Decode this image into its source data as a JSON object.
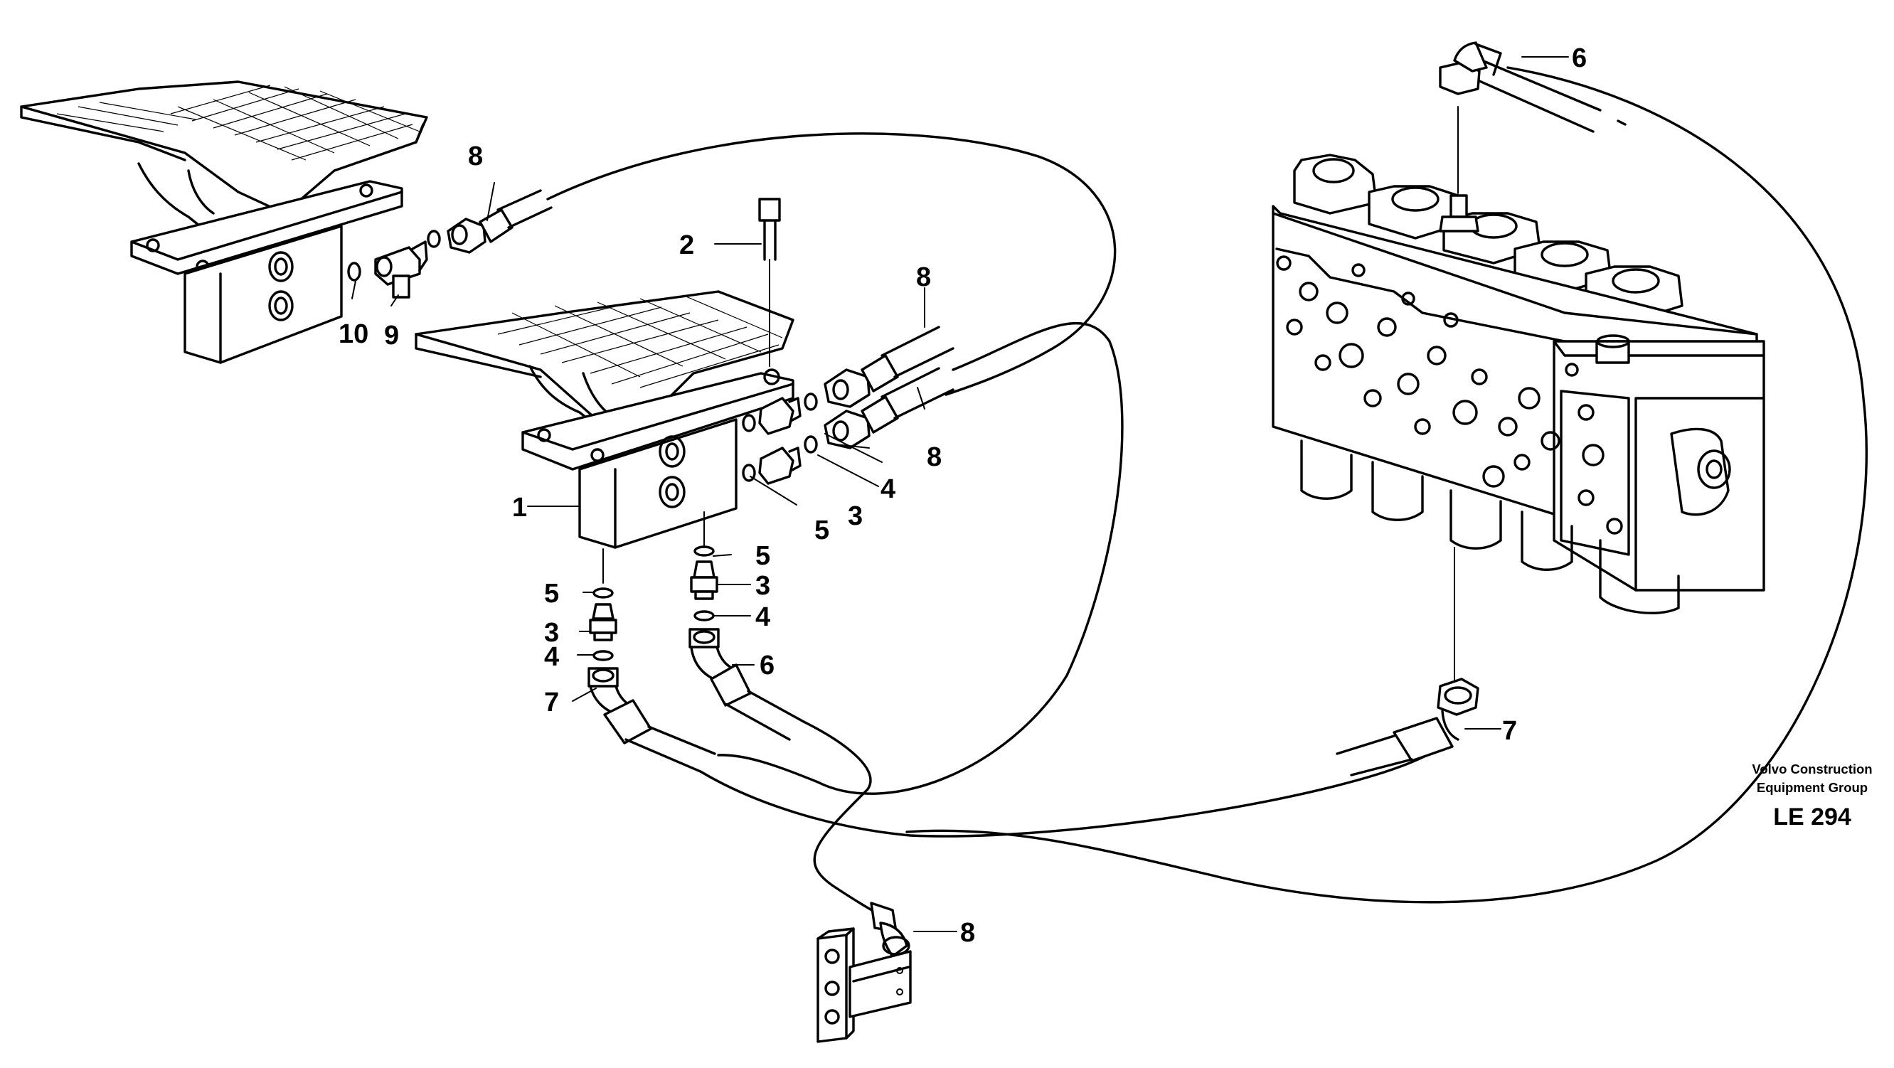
{
  "callouts": {
    "c1": "1",
    "c2": "2",
    "c3a": "3",
    "c3b": "3",
    "c3c": "3",
    "c4a": "4",
    "c4b": "4",
    "c4c": "4",
    "c5a": "5",
    "c5b": "5",
    "c5c": "5",
    "c6a": "6",
    "c6b": "6",
    "c7a": "7",
    "c7b": "7",
    "c8a": "8",
    "c8b": "8",
    "c8c": "8",
    "c8d": "8",
    "c9": "9",
    "c10": "10"
  },
  "footer": {
    "company_line1": "Volvo Construction",
    "company_line2": "Equipment Group",
    "drawing_code": "LE 294"
  }
}
